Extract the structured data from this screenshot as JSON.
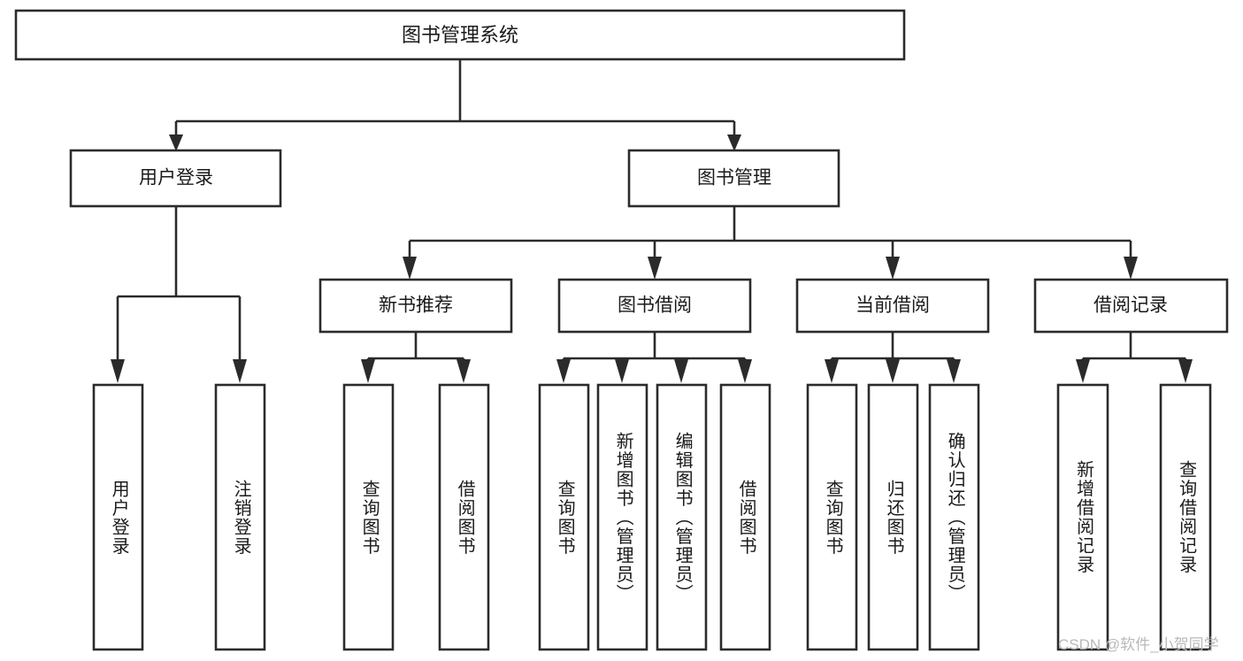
{
  "diagram": {
    "title_node": {
      "label": "图书管理系统"
    },
    "level2": [
      {
        "id": "user-login",
        "label": "用户登录"
      },
      {
        "id": "book-management",
        "label": "图书管理"
      }
    ],
    "level3": [
      {
        "id": "new-book-recommend",
        "label": "新书推荐"
      },
      {
        "id": "book-borrow",
        "label": "图书借阅"
      },
      {
        "id": "current-borrow",
        "label": "当前借阅"
      },
      {
        "id": "borrow-record",
        "label": "借阅记录"
      }
    ],
    "leaves": {
      "user_login": [
        {
          "id": "leaf-user-login",
          "label": "用户登录"
        },
        {
          "id": "leaf-logout",
          "label": "注销登录"
        }
      ],
      "new_book_recommend": [
        {
          "id": "leaf-query-book-1",
          "label": "查询图书"
        },
        {
          "id": "leaf-borrow-book-1",
          "label": "借阅图书"
        }
      ],
      "book_borrow": [
        {
          "id": "leaf-query-book-2",
          "label": "查询图书"
        },
        {
          "id": "leaf-add-book",
          "label": "新增图书（管理员）"
        },
        {
          "id": "leaf-edit-book",
          "label": "编辑图书（管理员）"
        },
        {
          "id": "leaf-borrow-book-2",
          "label": "借阅图书"
        }
      ],
      "current_borrow": [
        {
          "id": "leaf-query-book-3",
          "label": "查询图书"
        },
        {
          "id": "leaf-return-book",
          "label": "归还图书"
        },
        {
          "id": "leaf-confirm-return",
          "label": "确认归还（管理员）"
        }
      ],
      "borrow_record": [
        {
          "id": "leaf-add-record",
          "label": "新增借阅记录"
        },
        {
          "id": "leaf-query-record",
          "label": "查询借阅记录"
        }
      ]
    },
    "watermark": "CSDN @软件_小贺同学",
    "colors": {
      "stroke": "#2b2b2b",
      "fill": "#ffffff",
      "text": "#1a1a1a",
      "watermark": "#b9b9b9"
    }
  }
}
